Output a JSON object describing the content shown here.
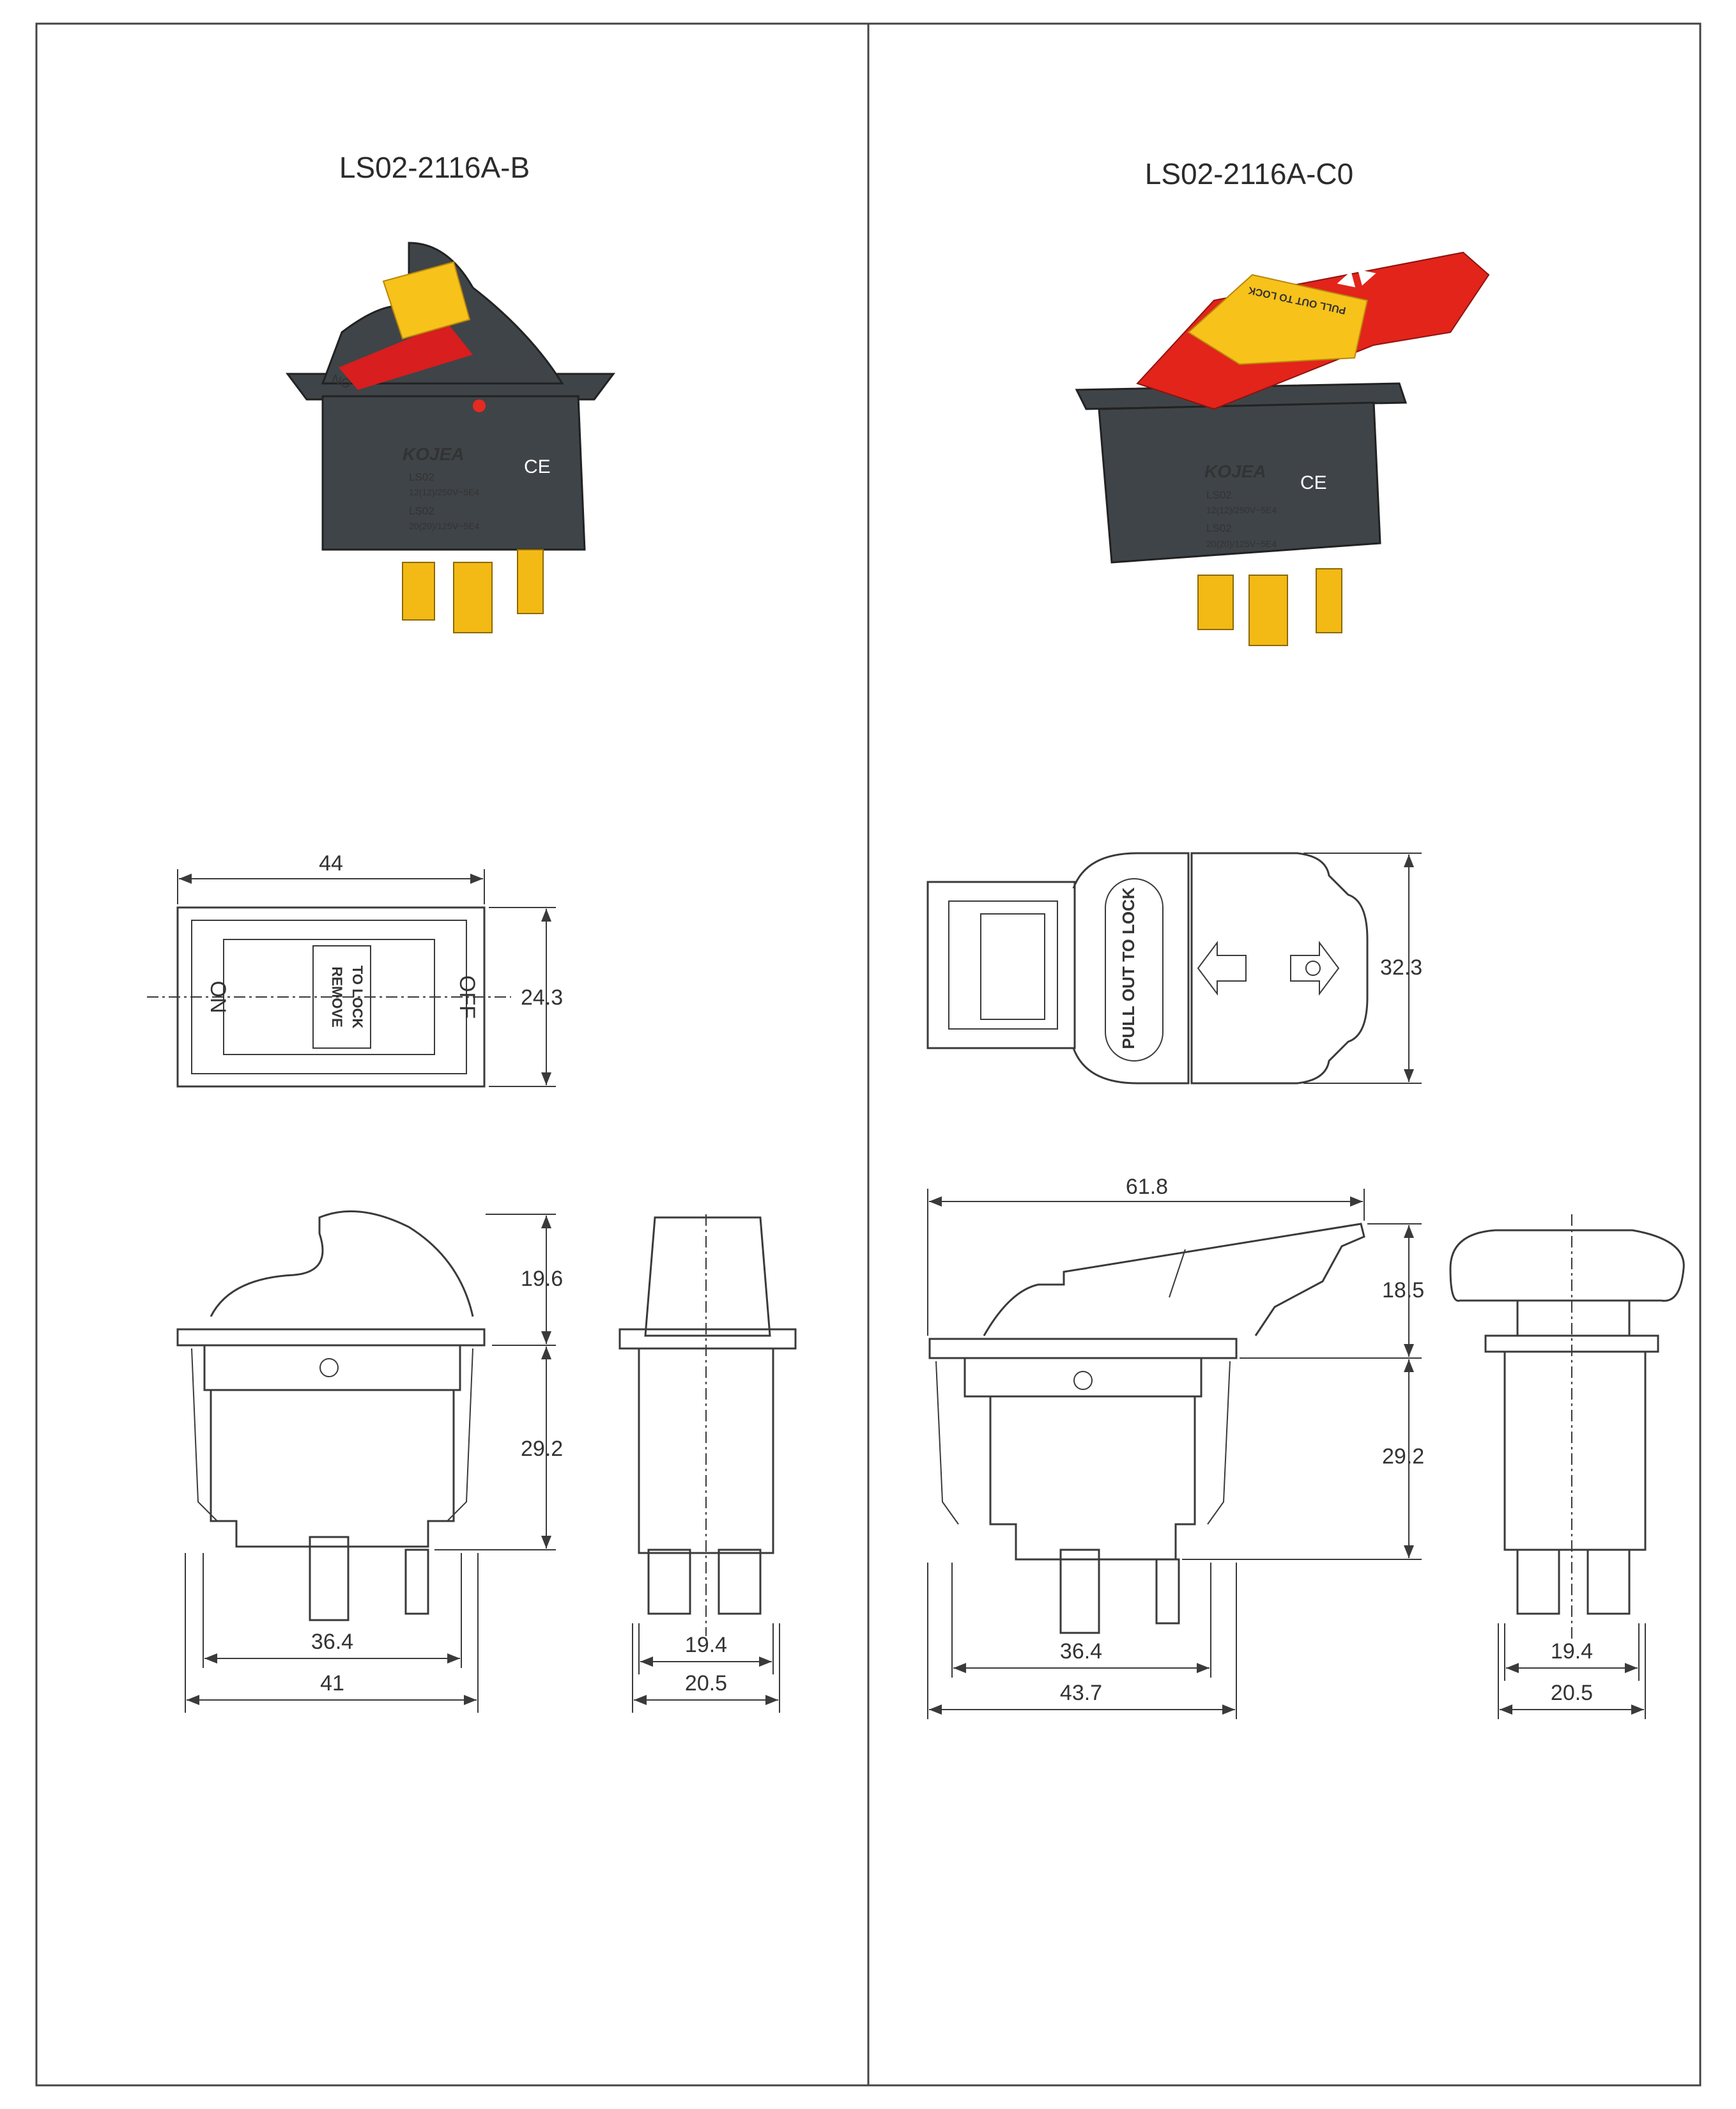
{
  "left": {
    "model": "LS02-2116A-B",
    "photo": {
      "brand": "KOJEA",
      "line1": "LS02",
      "line2": "12(12)/250V~5E4",
      "line3": "LS02",
      "line4": "20(20)/125V~5E4",
      "on_mark": "ON",
      "colors": {
        "body": "#3f4448",
        "rocker": "#d81e1e",
        "key": "#f7c21a",
        "pins": "#f3b915"
      }
    },
    "top_view": {
      "width": "44",
      "height": "24.3",
      "on": "ON",
      "off": "OFF",
      "lock_1": "REMOVE",
      "lock_2": "TO LOCK"
    },
    "side_view": {
      "upper": "19.6",
      "lower": "29.2",
      "inner_width": "36.4",
      "outer_width": "41"
    },
    "end_view": {
      "inner_width": "19.4",
      "outer_width": "20.5"
    }
  },
  "right": {
    "model": "LS02-2116A-C0",
    "photo": {
      "brand": "KOJEA",
      "line1": "LS02",
      "line2": "12(12)/250V~5E4",
      "line3": "LS02",
      "line4": "20(20)/125V~5E4",
      "key_text": "PULL OUT TO LOCK",
      "colors": {
        "body": "#3f4448",
        "rocker": "#e2241b",
        "key": "#f7c21a",
        "pins": "#f3b915"
      }
    },
    "top_view": {
      "height": "32.3",
      "lock_text": "PULL OUT TO LOCK"
    },
    "side_view": {
      "width": "61.8",
      "upper": "18.5",
      "lower": "29.2",
      "inner_width": "36.4",
      "outer_width": "43.7"
    },
    "end_view": {
      "inner_width": "19.4",
      "outer_width": "20.5"
    }
  }
}
